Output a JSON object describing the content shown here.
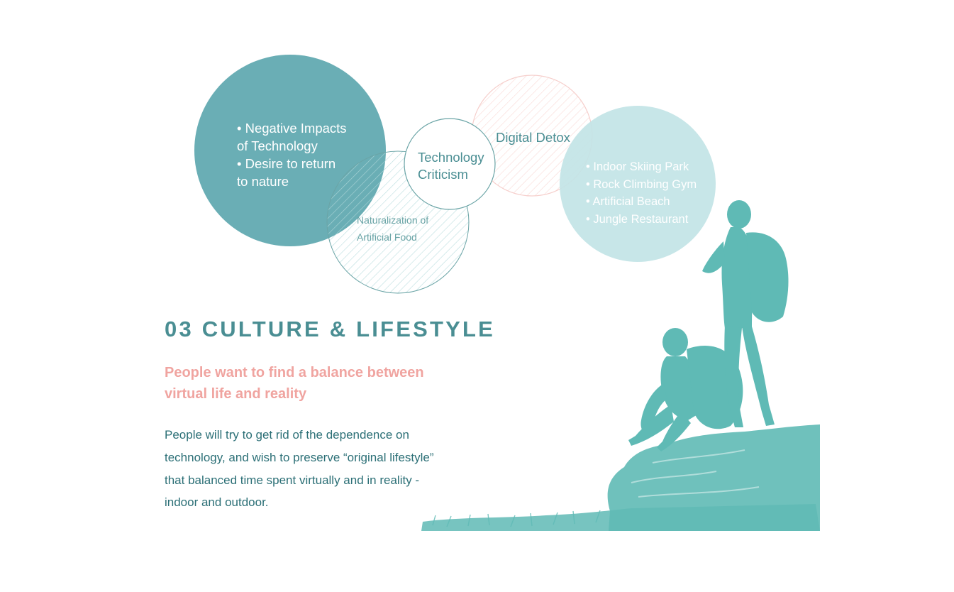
{
  "colors": {
    "teal_dark": "#6aaeb5",
    "teal_light": "#c2e4e6",
    "teal_line": "#6aa4a6",
    "teal_text": "#4a8e93",
    "pink": "#f0a4a0",
    "pink_line": "#f6cfcc",
    "body_text": "#2b6f76",
    "photo_tint": "#5fbab5"
  },
  "diagram": {
    "circles": {
      "negative_impacts": {
        "lines": [
          "• Negative Impacts",
          "of Technology",
          "• Desire to return",
          "to nature"
        ]
      },
      "technology_criticism": {
        "lines": [
          "Technology",
          "Criticism"
        ]
      },
      "naturalization": {
        "lines": [
          "Naturalization of",
          "Artificial Food"
        ]
      },
      "digital_detox": {
        "label": "Digital Detox"
      },
      "activities": {
        "lines": [
          "• Indoor Skiing Park",
          "• Rock Climbing Gym",
          "• Artificial Beach",
          "• Jungle Restaurant"
        ]
      }
    }
  },
  "section": {
    "title": "03 CULTURE & LIFESTYLE",
    "subtitle": "People want to find a balance between virtual life and reality",
    "body": "People will try to get rid of the dependence on technology, and wish to preserve “original lifestyle” that balanced time spent  virtually and in reality -  indoor and outdoor."
  },
  "illustration": {
    "subject": "hikers-on-rock-photo"
  }
}
